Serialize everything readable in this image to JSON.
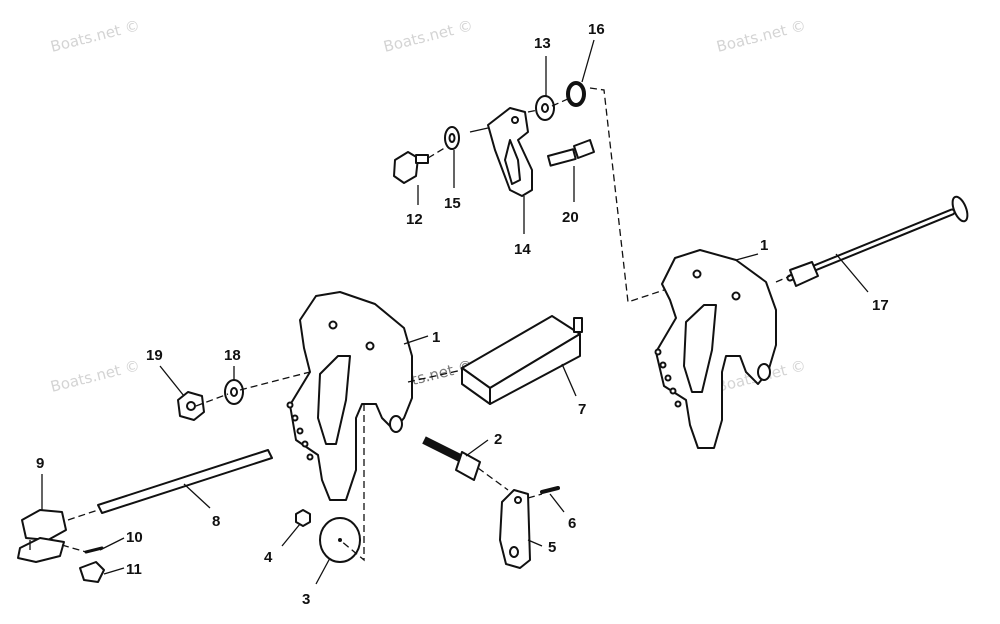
{
  "watermarks": [
    {
      "id": "wm1",
      "text": "Boats.net ©"
    },
    {
      "id": "wm2",
      "text": "Boats.net ©"
    },
    {
      "id": "wm3",
      "text": "Boats.net ©"
    },
    {
      "id": "wm4",
      "text": "Boats.net ©"
    },
    {
      "id": "wm5",
      "text": "Boats.net ©"
    },
    {
      "id": "wm6",
      "text": "Boats.net ©"
    }
  ],
  "callouts": {
    "c1a": "1",
    "c1b": "1",
    "c2": "2",
    "c3": "3",
    "c4": "4",
    "c5": "5",
    "c6": "6",
    "c7": "7",
    "c8": "8",
    "c9": "9",
    "c10": "10",
    "c11": "11",
    "c12": "12",
    "c13": "13",
    "c14": "14",
    "c15": "15",
    "c16": "16",
    "c17": "17",
    "c18": "18",
    "c19": "19",
    "c20": "20"
  },
  "colors": {
    "line": "#111111",
    "watermark": "#d4d4d4",
    "background": "#ffffff"
  }
}
